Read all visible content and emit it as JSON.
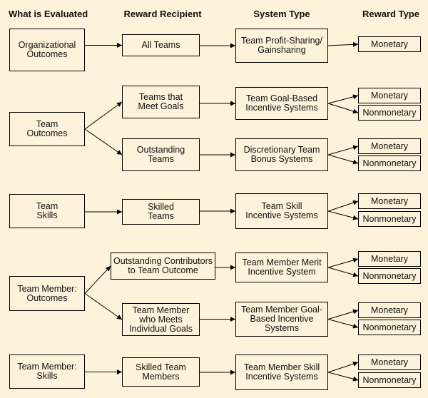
{
  "headers": {
    "evaluated": "What is Evaluated",
    "recipient": "Reward Recipient",
    "system": "System Type",
    "reward": "Reward Type"
  },
  "rows": [
    {
      "evaluated": "Organizational\nOutcomes",
      "branches": [
        {
          "recipient": "All Teams",
          "system": "Team Profit-Sharing/\nGainsharing",
          "rewards": [
            "Monetary"
          ]
        }
      ]
    },
    {
      "evaluated": "Team\nOutcomes",
      "branches": [
        {
          "recipient": "Teams that\nMeet Goals",
          "system": "Team Goal-Based\nIncentive Systems",
          "rewards": [
            "Monetary",
            "Nonmonetary"
          ]
        },
        {
          "recipient": "Outstanding\nTeams",
          "system": "Discretionary Team\nBonus Systems",
          "rewards": [
            "Monetary",
            "Nonmonetary"
          ]
        }
      ]
    },
    {
      "evaluated": "Team\nSkills",
      "branches": [
        {
          "recipient": "Skilled\nTeams",
          "system": "Team Skill\nIncentive Systems",
          "rewards": [
            "Monetary",
            "Nonmonetary"
          ]
        }
      ]
    },
    {
      "evaluated": "Team Member:\nOutcomes",
      "branches": [
        {
          "recipient": "Outstanding Contributors\nto Team Outcome",
          "system": "Team Member Merit\nIncentive System",
          "rewards": [
            "Monetary",
            "Nonmonetary"
          ]
        },
        {
          "recipient": "Team Member\nwho Meets\nIndividual Goals",
          "system": "Team Member Goal-\nBased Incentive\nSystems",
          "rewards": [
            "Monetary",
            "Nonmonetary"
          ]
        }
      ]
    },
    {
      "evaluated": "Team Member:\nSkills",
      "branches": [
        {
          "recipient": "Skilled Team\nMembers",
          "system": "Team Member Skill\nIncentive Systems",
          "rewards": [
            "Monetary",
            "Nonmonetary"
          ]
        }
      ]
    }
  ]
}
